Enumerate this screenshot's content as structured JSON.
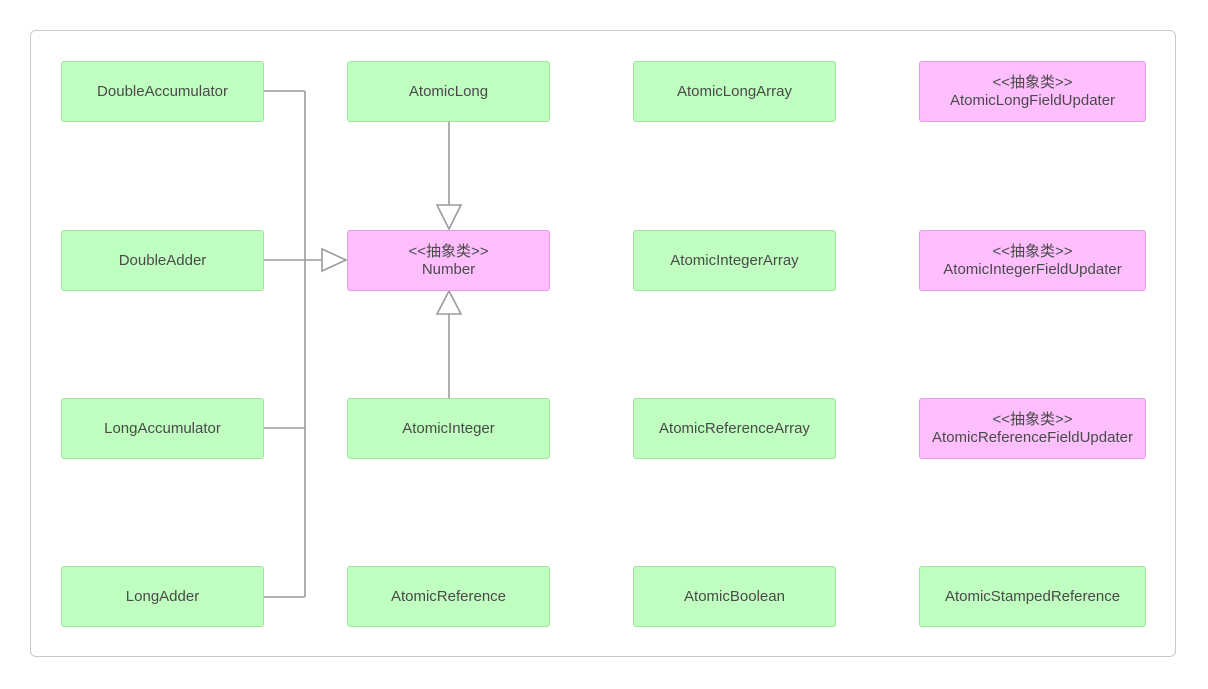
{
  "diagram": {
    "stereotype": "<<抽象类>>",
    "number": {
      "name": "Number"
    },
    "accumulators": [
      {
        "name": "DoubleAccumulator"
      },
      {
        "name": "DoubleAdder"
      },
      {
        "name": "LongAccumulator"
      },
      {
        "name": "LongAdder"
      }
    ],
    "atomic_long": {
      "name": "AtomicLong"
    },
    "atomic_integer": {
      "name": "AtomicInteger"
    },
    "atomic_reference": {
      "name": "AtomicReference"
    },
    "arrays": [
      {
        "name": "AtomicLongArray"
      },
      {
        "name": "AtomicIntegerArray"
      },
      {
        "name": "AtomicReferenceArray"
      },
      {
        "name": "AtomicBoolean"
      }
    ],
    "updaters": [
      {
        "name": "AtomicLongFieldUpdater"
      },
      {
        "name": "AtomicIntegerFieldUpdater"
      },
      {
        "name": "AtomicReferenceFieldUpdater"
      }
    ],
    "stamped": {
      "name": "AtomicStampedReference"
    },
    "colors": {
      "concrete_fill": "#bfffbf",
      "concrete_border": "#9fe39f",
      "abstract_fill": "#ffbfff",
      "abstract_border": "#e79be7",
      "connector": "#9b9b9b",
      "text": "#4a4a4a"
    }
  }
}
